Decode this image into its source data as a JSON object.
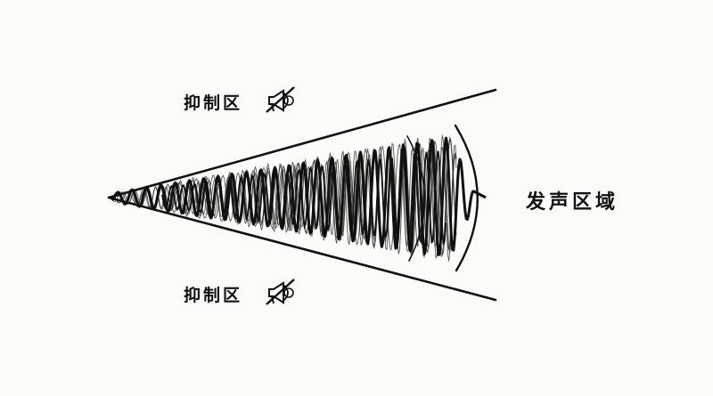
{
  "labels": {
    "suppression_top": "抑制区",
    "suppression_bottom": "抑制区",
    "emission": "发声区域"
  },
  "icons": {
    "muted_speaker": "muted-megaphone-icon"
  },
  "colors": {
    "background": "#fbfbf7",
    "ink": "#111111"
  }
}
